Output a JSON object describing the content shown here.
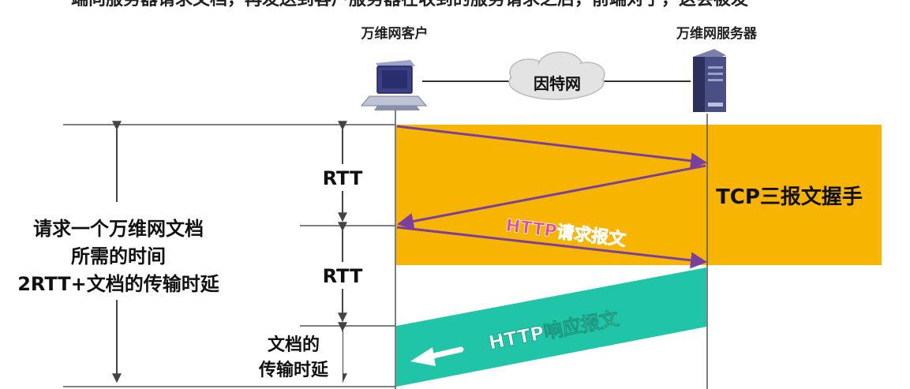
{
  "top_text": "端向服务器请求文档，再发送到客户服务器在收到的服务请求之后，前端对于，这会被发",
  "client_label": "万维网客户",
  "server_label": "万维网服务器",
  "internet_label": "因特网",
  "rtt_top_label": "RTT",
  "rtt_bottom_label": "RTT",
  "transfer_delay_label_line1": "文档的",
  "transfer_delay_label_line2": "传输时延",
  "total_time_line1": "请求一个万维网文档",
  "total_time_line2": "所需的时间",
  "total_time_line3": "2RTT+文档的传输时延",
  "handshake_label": "TCP三报文握手",
  "http_request_label": "HTTP请求报文",
  "http_response_label": "HTTP响应报文",
  "colors": {
    "handshake_band": "#f7b400",
    "response_band": "#1fc5a6",
    "request_text": "#e8489a",
    "arrow": "#7b3fa0",
    "line": "#555555",
    "text": "#111111"
  }
}
